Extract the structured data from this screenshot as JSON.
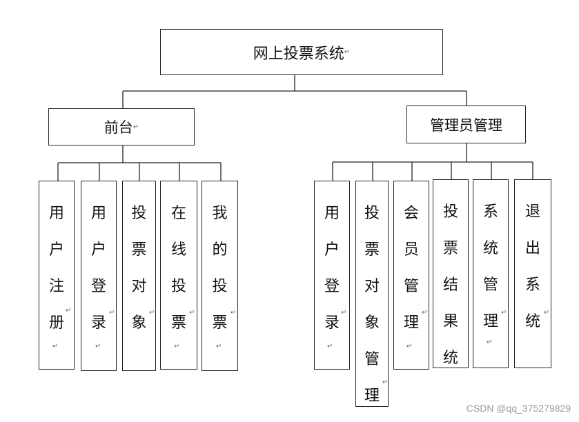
{
  "root": {
    "label": "网上投票系统"
  },
  "branches": [
    {
      "label": "前台",
      "children": [
        {
          "label": "用户注册"
        },
        {
          "label": "用户登录"
        },
        {
          "label": "投票对象"
        },
        {
          "label": "在线投票"
        },
        {
          "label": "我的投票"
        }
      ]
    },
    {
      "label": "管理员管理",
      "children": [
        {
          "label": "用户登录"
        },
        {
          "label": "投票对象管理"
        },
        {
          "label": "会员管理"
        },
        {
          "label": "投票结果统"
        },
        {
          "label": "系统管理"
        },
        {
          "label": "退出系统"
        }
      ]
    }
  ],
  "paragraph_mark": "↵",
  "watermark": "CSDN @qq_375279829"
}
